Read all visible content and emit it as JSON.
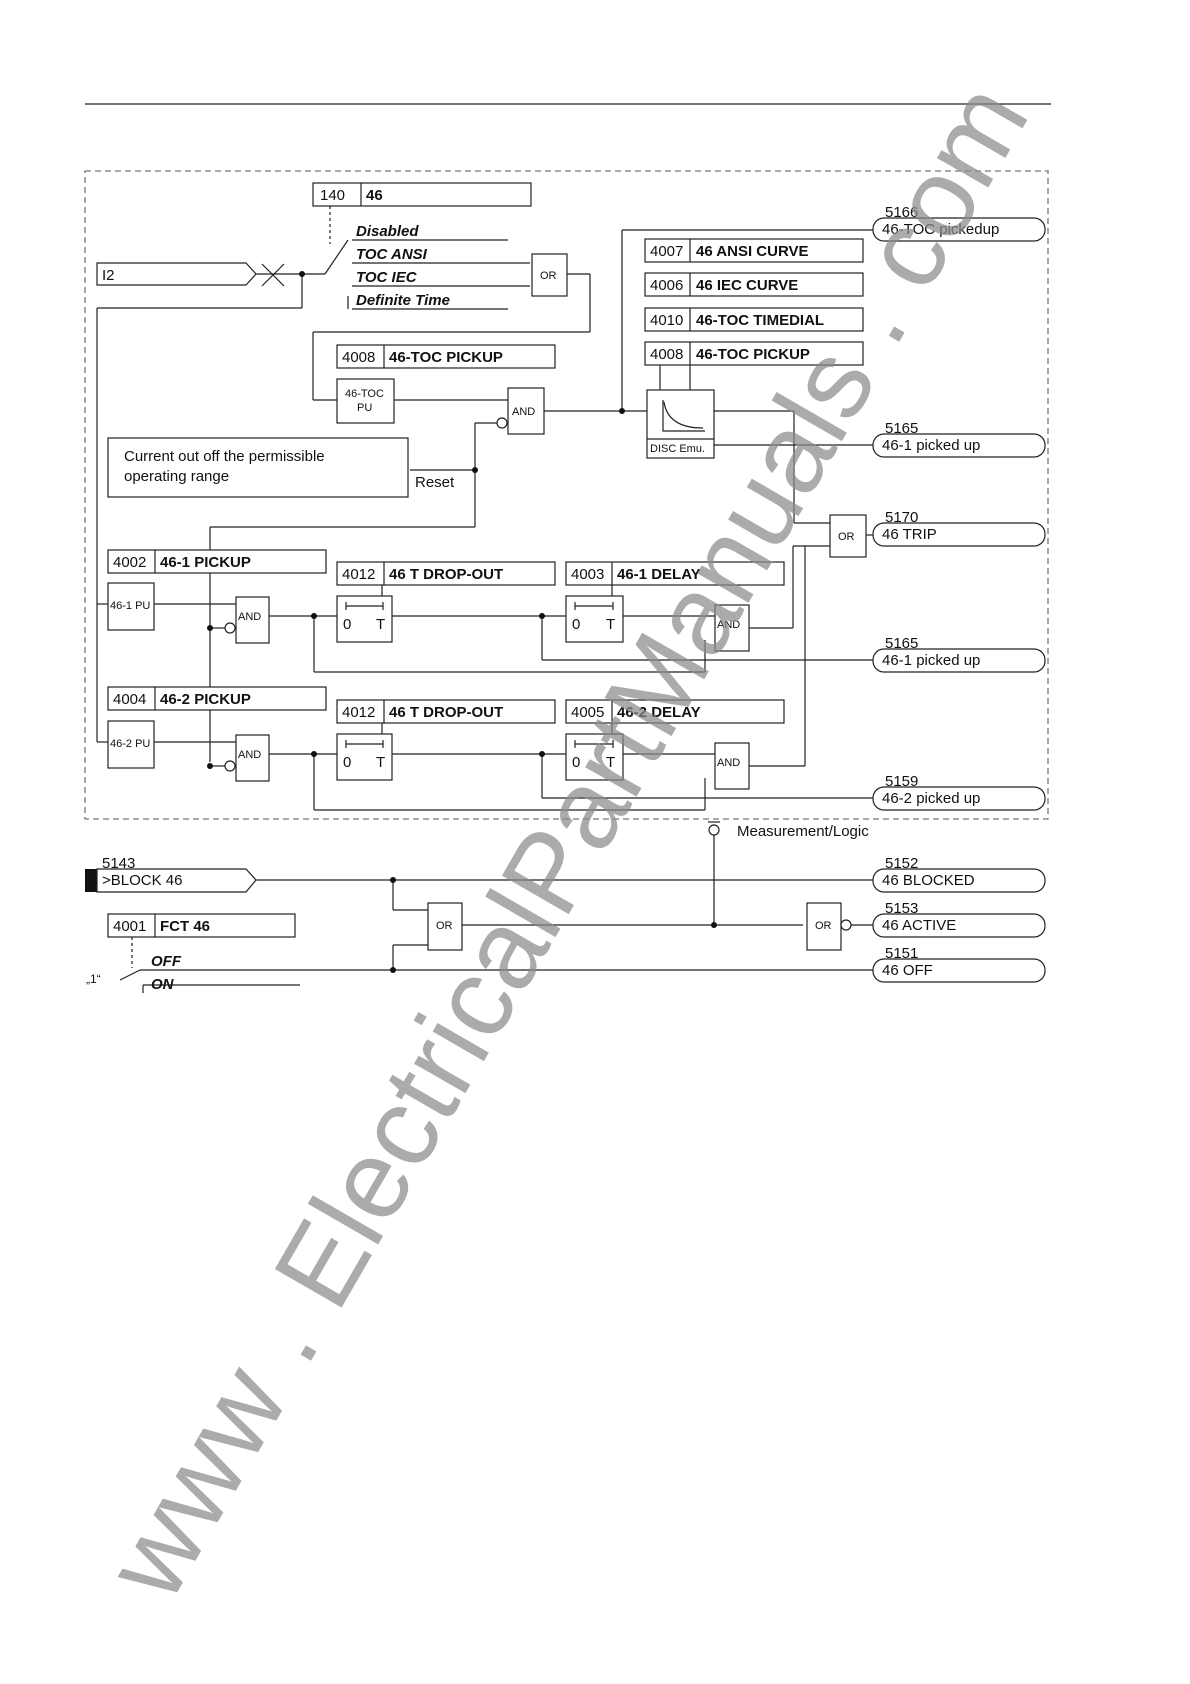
{
  "function": {
    "address": "140",
    "name": "46"
  },
  "curve_options": [
    "Disabled",
    "TOC ANSI",
    "TOC IEC",
    "Definite Time"
  ],
  "input_signal": "I2",
  "gates": {
    "or": "OR",
    "and": "AND"
  },
  "params": {
    "ansi_curve": {
      "address": "4007",
      "name": "46 ANSI CURVE"
    },
    "iec_curve": {
      "address": "4006",
      "name": "46 IEC CURVE"
    },
    "toc_timedial": {
      "address": "4010",
      "name": "46-TOC TIMEDIAL"
    },
    "toc_pickup": {
      "address": "4008",
      "name": "46-TOC PICKUP"
    },
    "pickup_1": {
      "address": "4002",
      "name": "46-1 PICKUP"
    },
    "pickup_2": {
      "address": "4004",
      "name": "46-2 PICKUP"
    },
    "dropout": {
      "address": "4012",
      "name": "46 T DROP-OUT"
    },
    "delay_1": {
      "address": "4003",
      "name": "46-1 DELAY"
    },
    "delay_2": {
      "address": "4005",
      "name": "46-2 DELAY"
    },
    "fct": {
      "address": "4001",
      "name": "FCT 46"
    }
  },
  "blocks": {
    "toc_pu_line1": "46-TOC",
    "toc_pu_line2": "PU",
    "pu1": "46-1 PU",
    "pu2": "46-2 PU",
    "disc_emu": "DISC Emu.",
    "timer_zero": "0",
    "timer_t": "T"
  },
  "range_box": {
    "line1": "Current out off the permissible",
    "line2": "operating range",
    "reset": "Reset"
  },
  "outputs": [
    {
      "address": "5166",
      "label": "46-TOC pickedup"
    },
    {
      "address": "5165",
      "label": "46-1 picked up"
    },
    {
      "address": "5170",
      "label": "46 TRIP"
    },
    {
      "address": "5165",
      "label": "46-1 picked up"
    },
    {
      "address": "5159",
      "label": "46-2 picked up"
    },
    {
      "address": "5152",
      "label": "46 BLOCKED"
    },
    {
      "address": "5153",
      "label": "46 ACTIVE"
    },
    {
      "address": "5151",
      "label": "46 OFF"
    }
  ],
  "block_input": {
    "address": "5143",
    "label": ">BLOCK 46"
  },
  "measurement_logic": "Measurement/Logic",
  "switch_options": [
    "OFF",
    "ON"
  ],
  "switch_value": "„1“",
  "watermark": "www . ElectricalPartManuals . com",
  "colors": {
    "line": "#222222",
    "watermark": "#8a8a8a"
  }
}
